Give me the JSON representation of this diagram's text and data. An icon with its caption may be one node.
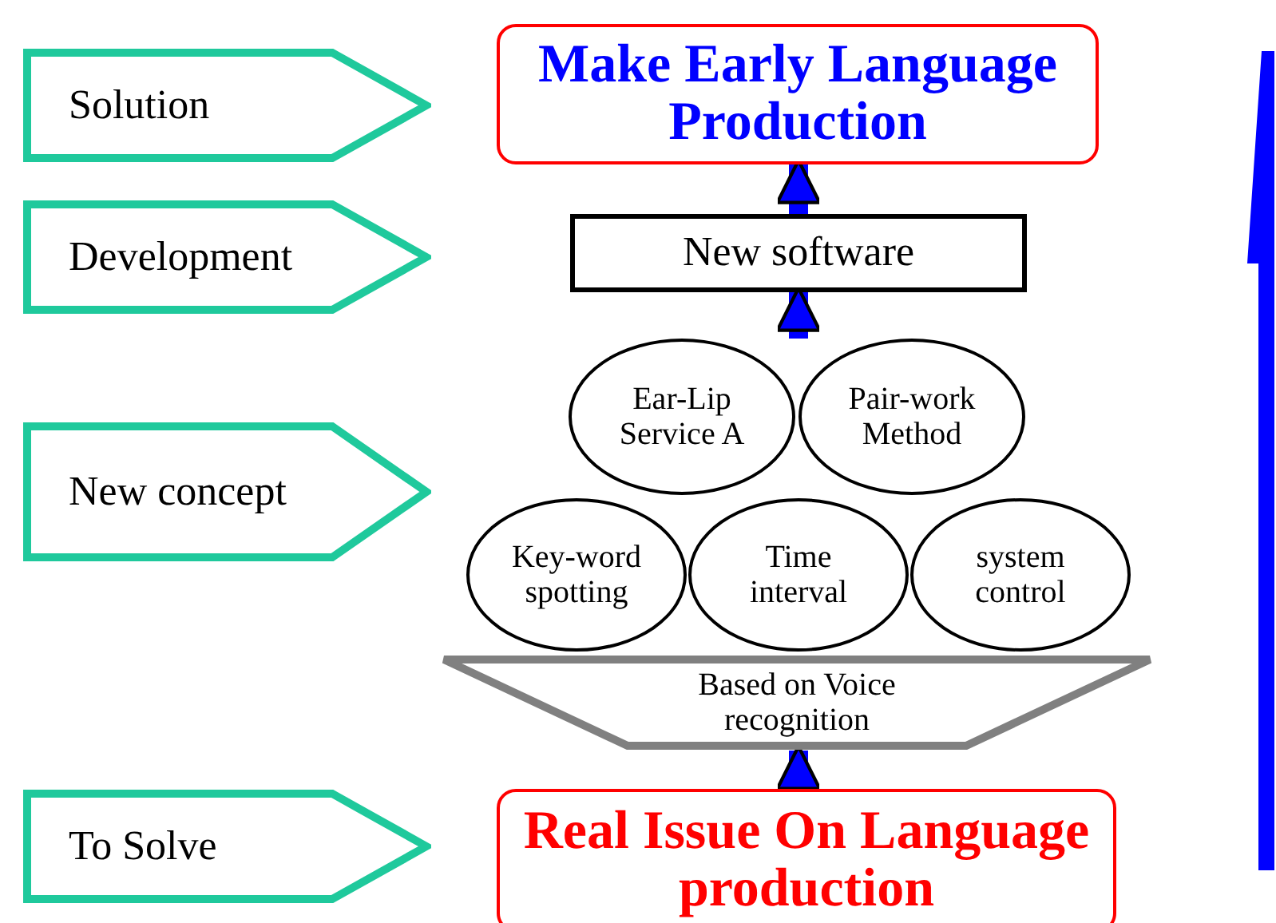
{
  "diagram": {
    "nodes": [
      {
        "text": [
          "Solution"
        ]
      },
      {
        "text": [
          "Development"
        ]
      },
      {
        "text": [
          "New concept"
        ]
      },
      {
        "text": [
          "To Solve"
        ]
      },
      {
        "text": [
          "Make Early Language Production"
        ]
      },
      {
        "text": [
          "New software"
        ]
      },
      {
        "text": [
          "Ear-Lip Service A"
        ]
      },
      {
        "text": [
          "Pair-work Method"
        ]
      },
      {
        "text": [
          "Key-word spotting"
        ]
      },
      {
        "text": [
          "Time interval"
        ]
      },
      {
        "text": [
          "system control"
        ]
      },
      {
        "text": [
          "Based on Voice recognition"
        ]
      },
      {
        "text": [
          "Real Issue On Language production"
        ]
      }
    ],
    "edges": [
      {
        "from": 12,
        "to": 11,
        "arrow": "to"
      },
      {
        "from": 6,
        "to": 5,
        "arrow": "to"
      },
      {
        "from": 5,
        "to": 4,
        "arrow": "to"
      }
    ]
  }
}
